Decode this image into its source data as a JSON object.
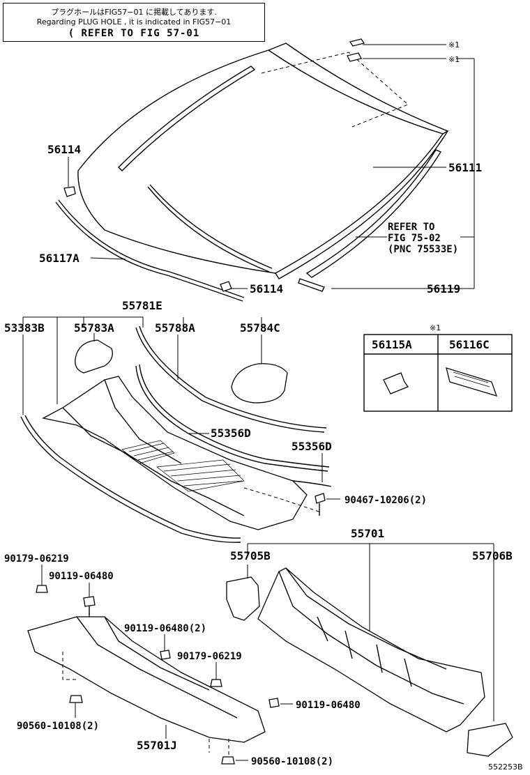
{
  "note": {
    "line1": "プラグホールはFIG57−01 に掲載してあります.",
    "line2": "Regarding PLUG HOLE , it is indicated in FIG57−01",
    "line3": "( REFER TO FIG 57-01"
  },
  "labels": {
    "p56114_a": "56114",
    "p56111": "56111",
    "refer_to": "REFER TO",
    "fig_75_02": "FIG 75-02",
    "pnc_75533e": "(PNC 75533E)",
    "p56117a": "56117A",
    "p56114_b": "56114",
    "p56119": "56119",
    "mark_1a": "※1",
    "mark_1b": "※1",
    "p55781e": "55781E",
    "p53383b": "53383B",
    "p55783a": "55783A",
    "p55788a": "55788A",
    "p55784c": "55784C",
    "p55356d_a": "55356D",
    "p55356d_b": "55356D",
    "p90467": "90467-10206(2)",
    "p55701": "55701",
    "p90179_a": "90179-06219",
    "p90119_a": "90119-06480",
    "p55705b": "55705B",
    "p55706b": "55706B",
    "p90119_b": "90119-06480(2)",
    "p90179_b": "90179-06219",
    "p90119_c": "90119-06480",
    "p90560_a": "90560-10108(2)",
    "p55701j": "55701J",
    "p90560_b": "90560-10108(2)",
    "figure_id": "552253B"
  },
  "inset": {
    "mark": "※1",
    "col1": "56115A",
    "col2": "56116C"
  }
}
